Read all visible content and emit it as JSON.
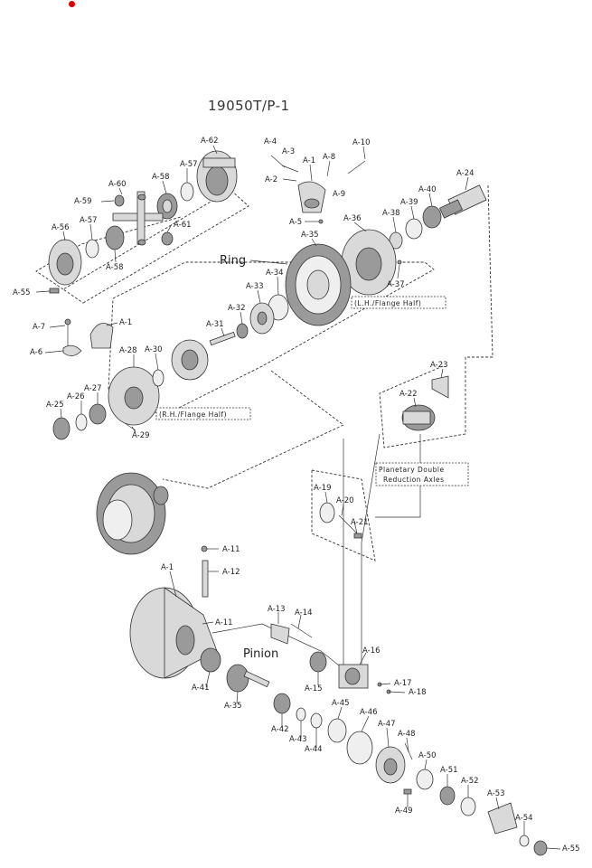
{
  "title": "19050T/P-1",
  "accent_color": "#e00000",
  "callouts": {
    "ring": "Ring",
    "pinion": "Pinion",
    "lh_flange": "(L.H./Flange Half)",
    "rh_flange": "(R.H./Flange Half)",
    "planetary_line1": "Planetary Double",
    "planetary_line2": "Reduction Axles"
  },
  "part_labels": {
    "a62": "A-62",
    "a57t": "A-57",
    "a58t": "A-58",
    "a60": "A-60",
    "a59": "A-59",
    "a61": "A-61",
    "a56": "A-56",
    "a57b": "A-57",
    "a58b": "A-58",
    "a55t": "A-55",
    "a4": "A-4",
    "a3": "A-3",
    "a1t": "A-1",
    "a8": "A-8",
    "a10": "A-10",
    "a2": "A-2",
    "a9": "A-9",
    "a5": "A-5",
    "a24": "A-24",
    "a40": "A-40",
    "a39": "A-39",
    "a38": "A-38",
    "a36": "A-36",
    "a35t": "A-35",
    "a37": "A-37",
    "a34": "A-34",
    "a33": "A-33",
    "a32": "A-32",
    "a31": "A-31",
    "a7": "A-7",
    "a1m": "A-1",
    "a6": "A-6",
    "a28": "A-28",
    "a30": "A-30",
    "a27": "A-27",
    "a26": "A-26",
    "a25": "A-25",
    "a29": "A-29",
    "a23": "A-23",
    "a22": "A-22",
    "a19": "A-19",
    "a20": "A-20",
    "a21": "A-21",
    "a11t": "A-11",
    "a12": "A-12",
    "a1b": "A-1",
    "a11b": "A-11",
    "a13": "A-13",
    "a14": "A-14",
    "a16": "A-16",
    "a17": "A-17",
    "a18": "A-18",
    "a15": "A-15",
    "a41": "A-41",
    "a35b": "A-35",
    "a42": "A-42",
    "a43": "A-43",
    "a44": "A-44",
    "a45": "A-45",
    "a46": "A-46",
    "a47": "A-47",
    "a48": "A-48",
    "a50": "A-50",
    "a51": "A-51",
    "a52": "A-52",
    "a53": "A-53",
    "a49": "A-49",
    "a54": "A-54",
    "a55b": "A-55"
  }
}
